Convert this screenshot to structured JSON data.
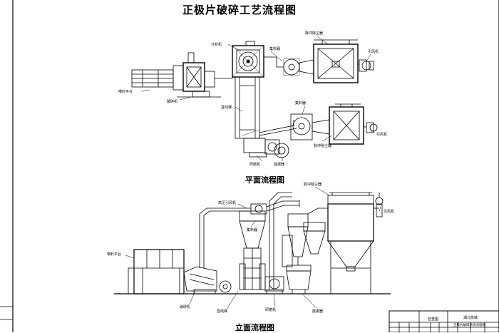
{
  "titles": {
    "main": "正极片破碎工艺流程图",
    "plan": "平面流程图",
    "elevation": "立面流程图"
  },
  "plan_labels": {
    "splitter": "分析机",
    "collector_top": "集料器",
    "pulse_top": "脉冲除尘器",
    "fan_top": "引风机",
    "feed": "喂料平台",
    "crusher": "破碎机",
    "elevator": "直线梯",
    "collector_mid": "集料器",
    "pulse_mid": "脉冲除尘器",
    "fan_mid": "引风机",
    "grinder": "研磨机",
    "cyclone": "旋振器"
  },
  "elev_labels": {
    "hp_fan": "高压引风机",
    "collector": "集料器",
    "pulse": "脉冲除尘器",
    "fan": "引风机",
    "feed": "喂料平台",
    "crusher": "破碎机",
    "elevator": "直线梯",
    "grinder": "研磨机",
    "cyclone": "旋振器"
  },
  "title_block": {
    "org": "湖北凯威",
    "drawing": "正极片破碎系统流程图",
    "chk": "检查图"
  }
}
